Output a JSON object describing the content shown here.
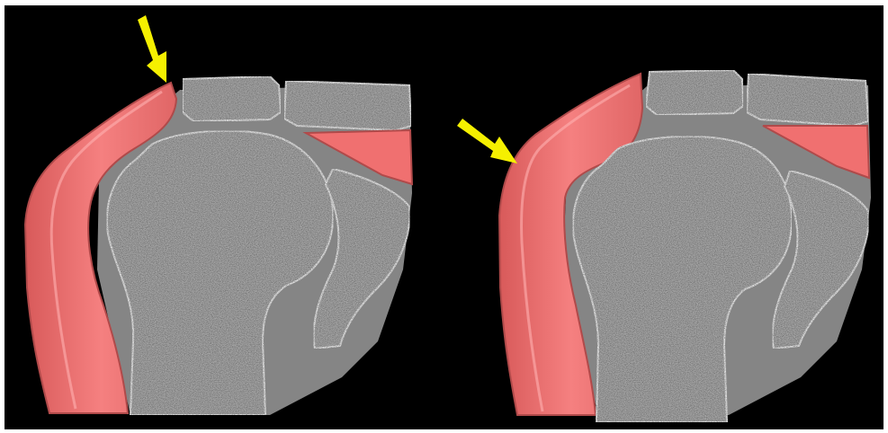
{
  "figure": {
    "background_color": "#000000",
    "frame_color": "#ffffff",
    "colors": {
      "bone_fill": "#a9a9a9",
      "soft_tissue": "#f07070",
      "soft_tissue_edge": "#b04a4a",
      "joint_space": "#858585",
      "arrow": "#f5f000"
    },
    "panels": [
      {
        "id": "left",
        "arrow_direction": "down-right"
      },
      {
        "id": "right",
        "arrow_direction": "down-right"
      }
    ]
  }
}
